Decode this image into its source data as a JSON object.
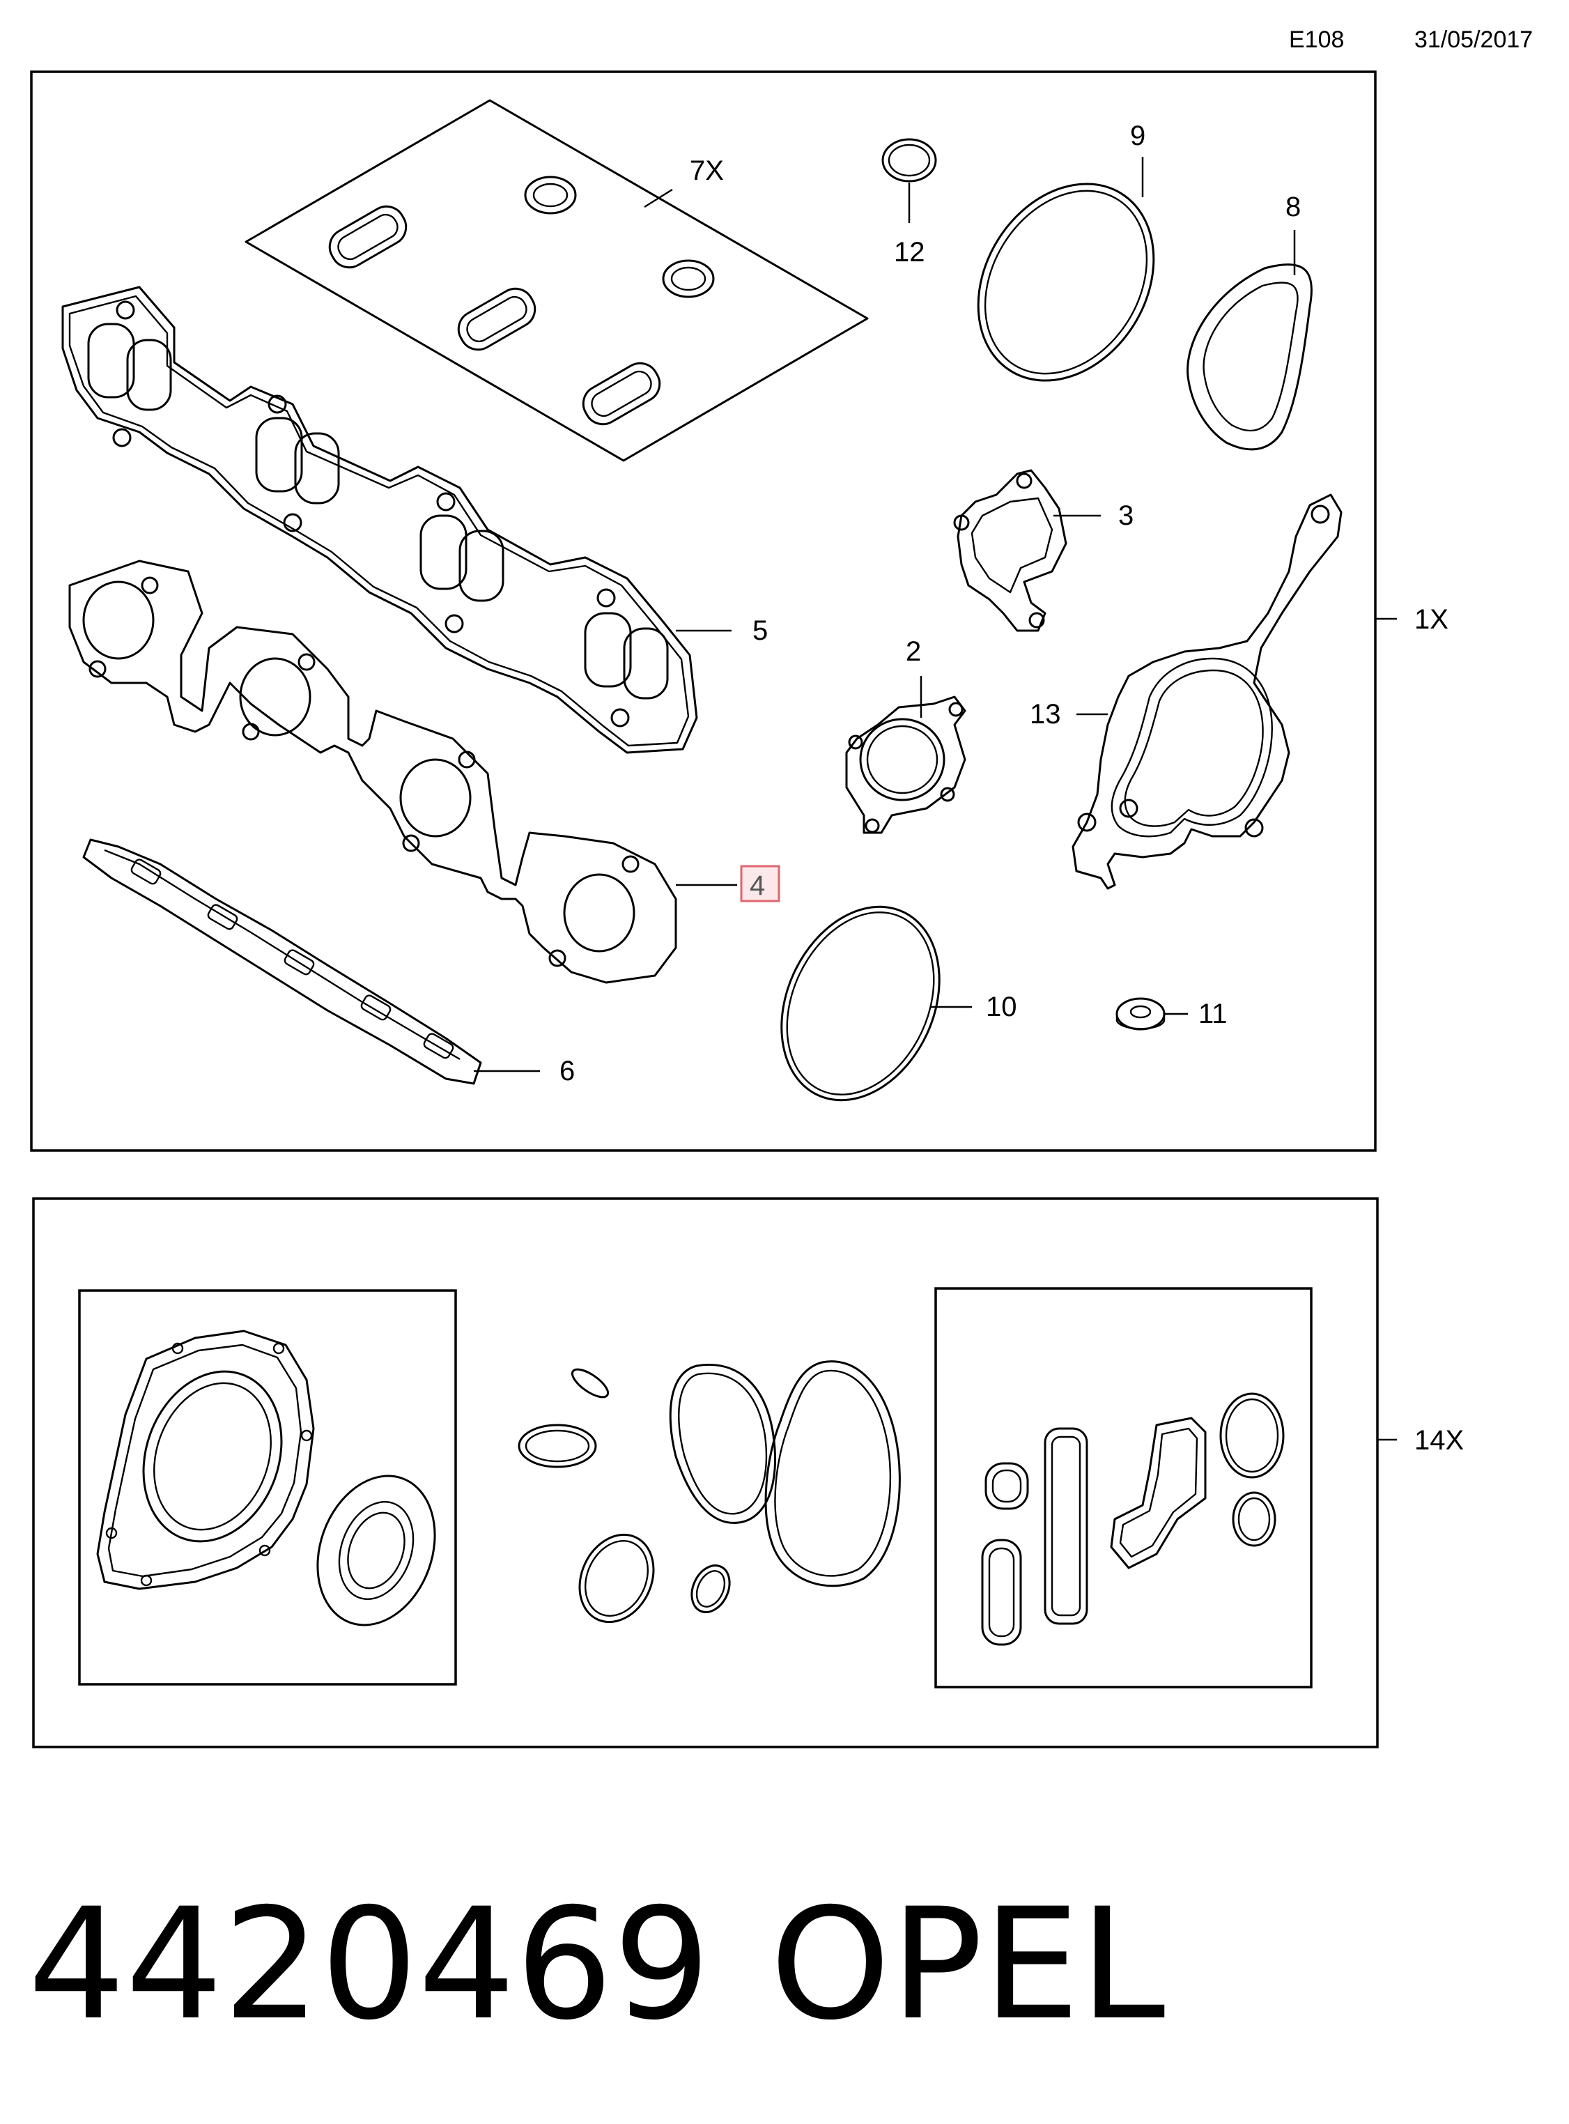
{
  "header": {
    "code": "E108",
    "date": "31/05/2017"
  },
  "group_labels": {
    "kit_1x": "1X",
    "kit_14x": "14X",
    "set_7x": "7X"
  },
  "callouts": [
    {
      "id": "12",
      "label": "12"
    },
    {
      "id": "9",
      "label": "9"
    },
    {
      "id": "8",
      "label": "8"
    },
    {
      "id": "3",
      "label": "3"
    },
    {
      "id": "5",
      "label": "5"
    },
    {
      "id": "2",
      "label": "2"
    },
    {
      "id": "13",
      "label": "13"
    },
    {
      "id": "4",
      "label": "4",
      "highlighted": true
    },
    {
      "id": "10",
      "label": "10"
    },
    {
      "id": "11",
      "label": "11"
    },
    {
      "id": "6",
      "label": "6"
    }
  ],
  "footer": {
    "part_number": "4420469",
    "brand": "OPEL"
  },
  "colors": {
    "highlight_fill": "#fbe8ea",
    "highlight_stroke": "#e0666e"
  }
}
